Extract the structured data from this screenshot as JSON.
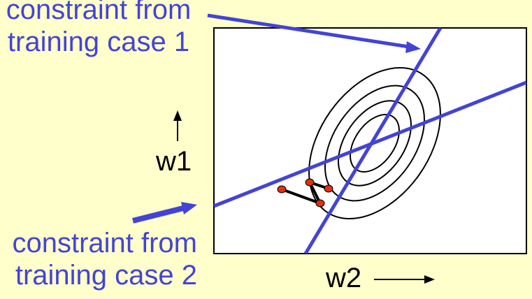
{
  "labels": {
    "constraint_case_1": [
      "constraint from",
      "training case 1"
    ],
    "constraint_case_2": [
      "constraint from",
      "training case 2"
    ],
    "w1_axis": "w1",
    "w2_axis": "w2"
  },
  "colors": {
    "background": "#ffffcc",
    "constraint_line": "#4343d8",
    "contour": "#000000",
    "path_point": "#e03010",
    "path_segment": "#000000",
    "plot_frame": "#000000",
    "plot_fill": "#ffffff"
  },
  "icons": {
    "w1_direction": "arrow-up-icon",
    "w2_direction": "arrow-right-icon",
    "pointer_to_case_1": "arrow-pointer-icon",
    "pointer_to_case_2": "arrow-pointer-icon"
  },
  "error_surface": {
    "contour_count": 4,
    "constraint_line_count": 2,
    "path_point_count": 4
  }
}
